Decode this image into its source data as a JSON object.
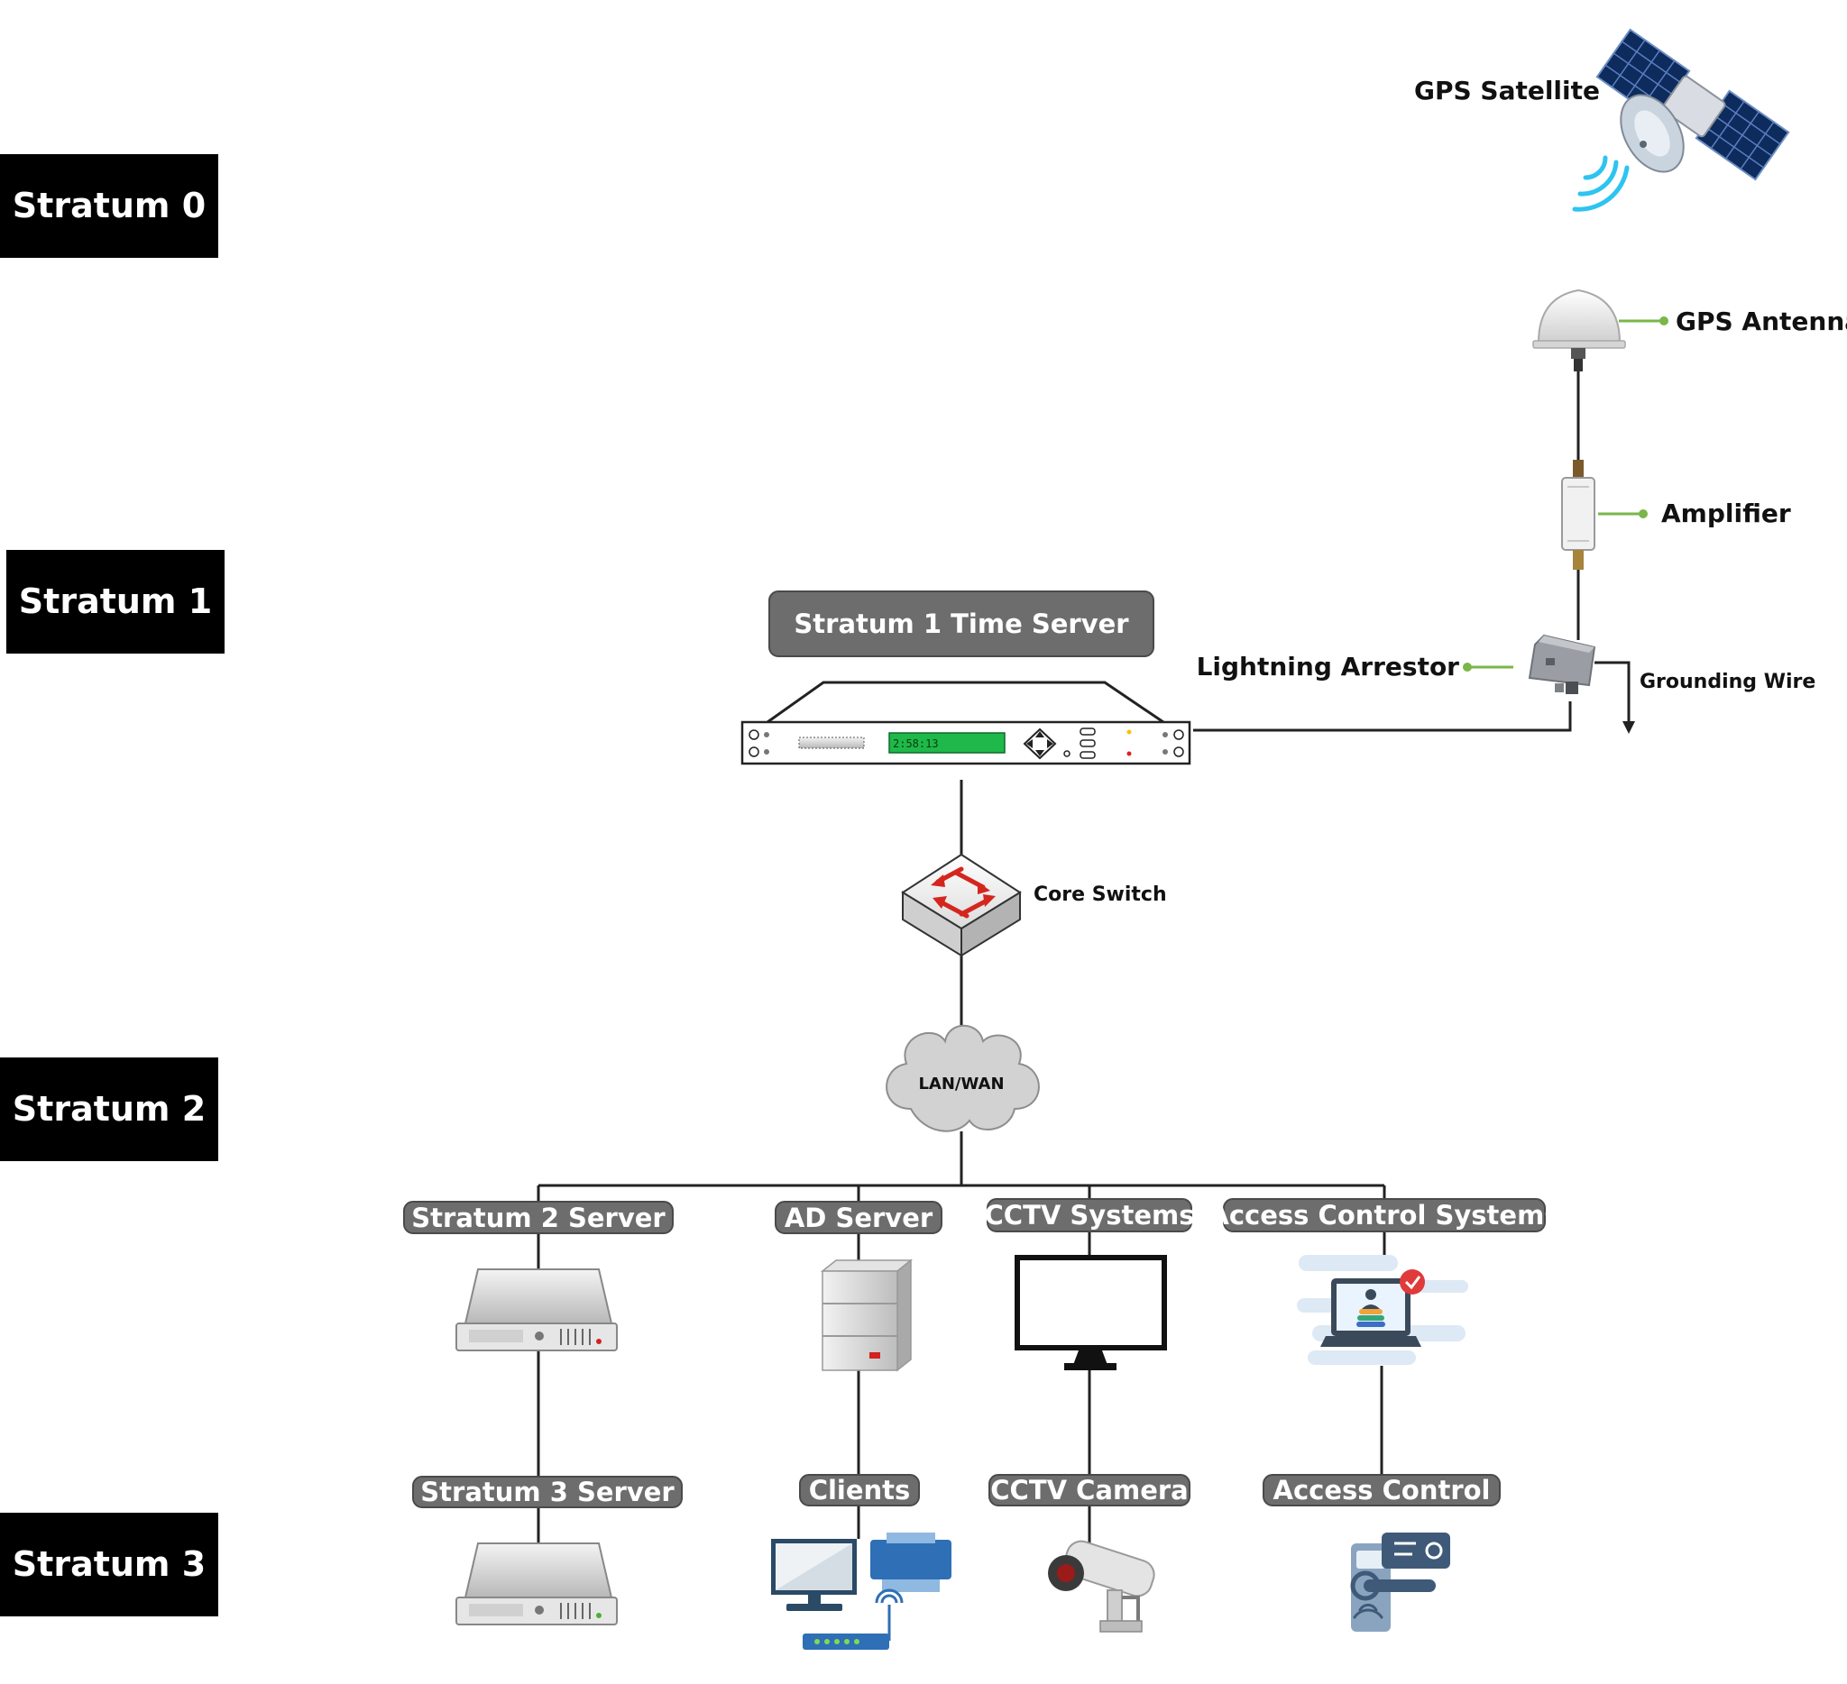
{
  "strata": {
    "s0": "Stratum 0",
    "s1": "Stratum 1",
    "s2": "Stratum 2",
    "s3": "Stratum 3"
  },
  "labels": {
    "gps_satellite": "GPS Satellite",
    "gps_antenna": "GPS Antenna",
    "amplifier": "Amplifier",
    "lightning_arrestor": "Lightning Arrestor",
    "grounding_wire": "Grounding Wire",
    "time_server": "Stratum 1 Time Server",
    "core_switch": "Core Switch",
    "lan_wan": "LAN/WAN",
    "lcd_time": "2:58:13"
  },
  "tier2": {
    "stratum2_server": "Stratum 2 Server",
    "ad_server": "AD Server",
    "cctv_systems": "CCTV Systems",
    "access_control_systems": "Access Control Systems"
  },
  "tier3": {
    "stratum3_server": "Stratum 3 Server",
    "clients": "Clients",
    "cctv_camera": "CCTV Camera",
    "access_control": "Access Control"
  },
  "colors": {
    "stratum_bg": "#000000",
    "pill_bg": "#6d6d6d",
    "pill_border": "#4a4a4a",
    "connector_accent": "#7ab648",
    "line": "#222222"
  }
}
